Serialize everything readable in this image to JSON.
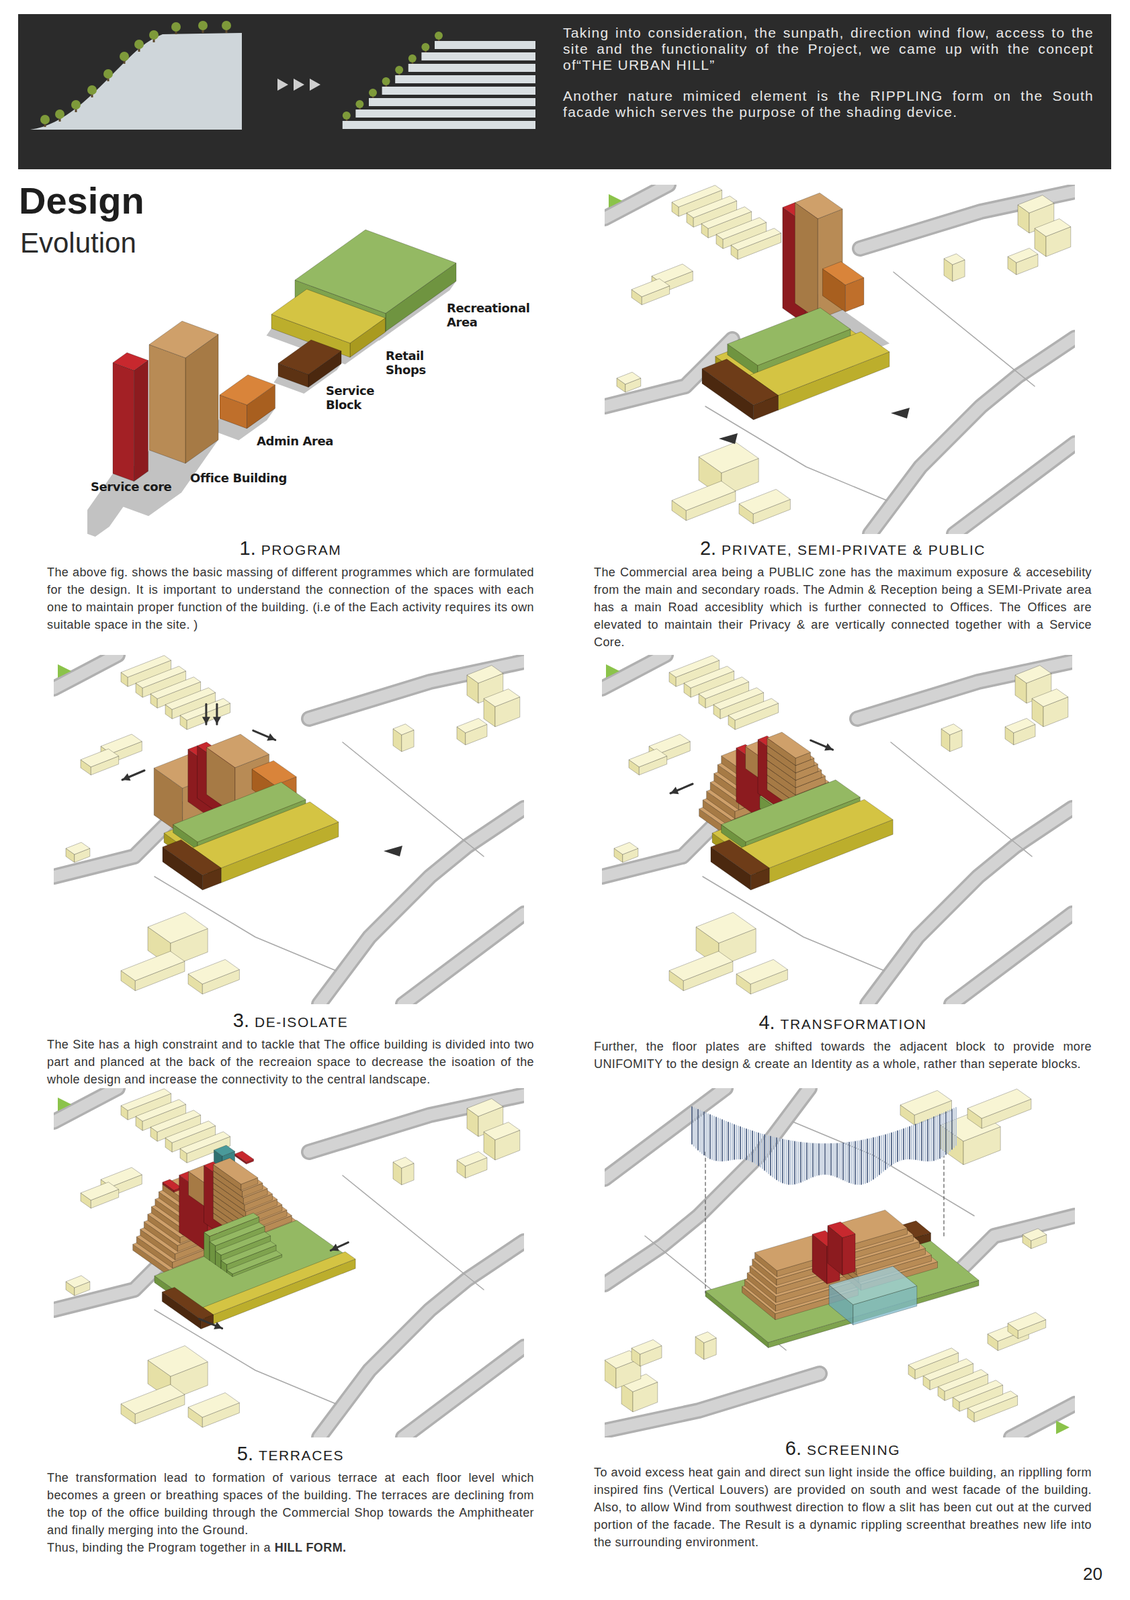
{
  "diagram": {
    "nodes": [
      {
        "text": [
          "Taking into consideration, the sunpath, direction wind flow, access to the site and the functionality of the Project, we came up with the concept of“THE URBAN HILL”",
          "Another nature mimiced element is the RIPPLING form on the South facade which serves the purpose of the shading device."
        ]
      }
    ],
    "labels": [
      "Design",
      "Evolution",
      "Recreational Area",
      "Retail Shops",
      "Service Block",
      "Admin Area",
      "Office Building",
      "Service core",
      "1.",
      "PROGRAM",
      "The above fig. shows the basic massing of different programmes which are formulated for the design. It is important to understand the connection of the spaces with each one to maintain proper function of the building. (i.e of the Each activity requires its own suitable space in the site. )",
      "2.",
      "PRIVATE, SEMI-PRIVATE & PUBLIC",
      "The Commercial area being a PUBLIC zone has the maximum exposure & accesebility from the main and secondary roads. The Admin & Reception being a SEMI-Private area has a main Road accesiblity which is further connected to Offices. The Offices are elevated to maintain their Privacy & are vertically connected together with a Service Core.",
      "3.",
      "DE-ISOLATE",
      "The Site has a high constraint and to tackle that The office building is divided into two part and planced at the back of the recreaion space to decrease the isoation of the whole design and increase the connectivity to the central landscape.",
      "4.",
      "TRANSFORMATION",
      "Further, the floor plates are shifted towards the adjacent block to provide more UNIFOMITY to the design & create an Identity as a whole, rather than seperate blocks.",
      "5.",
      "TERRACES",
      "The transformation lead to formation of various terrace at each floor level which becomes a green or breathing spaces of the building. The terraces are declining from the top of the office building through the Commercial Shop towards the Amphitheater and finally merging into the Ground.",
      "Thus, binding the Program together in a",
      "HILL FORM.",
      "6.",
      "SCREENING",
      "To avoid excess heat gain and direct sun light inside the office building, an ripplling form inspired fins (Vertical Louvers) are provided on south and west facade of the building. Also, to allow Wind from southwest direction to flow a slit has been cut out at the curved portion of the facade. The Result is a dynamic rippling screenthat breathes new life into the surrounding environment.",
      "20"
    ]
  }
}
